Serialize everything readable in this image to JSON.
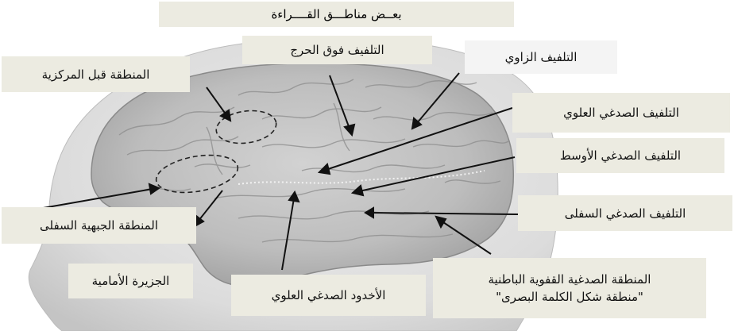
{
  "title": "بعــض مناطـــق القــــراءة",
  "labels": {
    "precentral": "المنطقة قبل المركزية",
    "supramarginal": "التلفيف فوق الحرج",
    "angular": "التلفيف الزاوي",
    "sup_temporal_gyrus": "التلفيف الصدغي العلوي",
    "mid_temporal_gyrus": "التلفيف الصدغي الأوسط",
    "inf_temporal_gyrus": "التلفيف الصدغي السفلى",
    "inf_frontal": "المنطقة الجبهية السفلى",
    "anterior_insula": "الجزيرة الأمامية",
    "sup_temporal_sulcus": "الأخدود الصدغي العلوي",
    "vwfa_line1": "المنطقة الصدغية القفوية الباطنية",
    "vwfa_line2": "\"منطقة شكل الكلمة البصرى\""
  }
}
